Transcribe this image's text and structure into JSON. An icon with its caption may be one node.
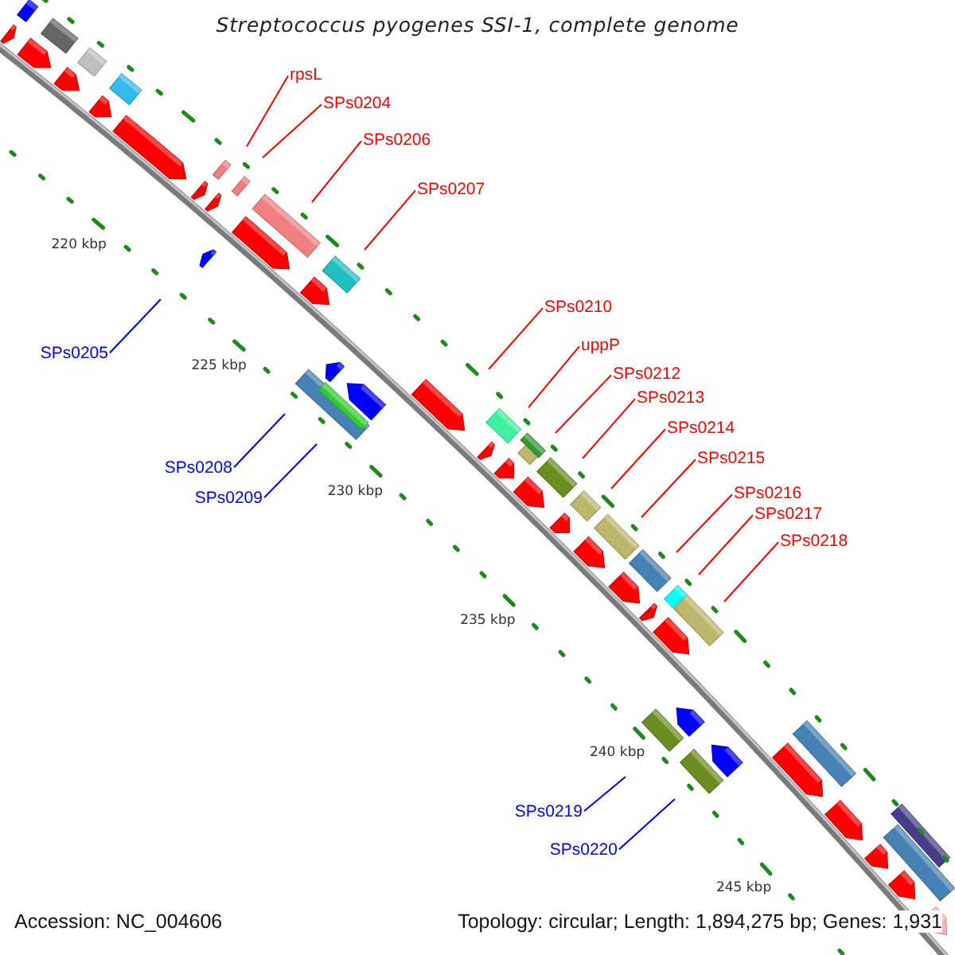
{
  "diagram": {
    "title": "Streptococcus pyogenes SSI-1, complete genome",
    "nodes": [
      {
        "text": [
          "rpsL"
        ]
      },
      {
        "text": [
          "SPs0204"
        ]
      },
      {
        "text": [
          "SPs0206"
        ]
      },
      {
        "text": [
          "SPs0207"
        ]
      },
      {
        "text": [
          "SPs0210"
        ]
      },
      {
        "text": [
          "uppP"
        ]
      },
      {
        "text": [
          "SPs0205"
        ]
      },
      {
        "text": [
          "SPs0212"
        ]
      },
      {
        "text": [
          "SPs0213"
        ]
      },
      {
        "text": [
          "SPs0214"
        ]
      },
      {
        "text": [
          "SPs0215"
        ]
      },
      {
        "text": [
          "SPs0208"
        ]
      },
      {
        "text": [
          "SPs0216"
        ]
      },
      {
        "text": [
          "SPs0209"
        ]
      },
      {
        "text": [
          "SPs0217"
        ]
      },
      {
        "text": [
          "SPs0218"
        ]
      },
      {
        "text": [
          "SPs0219"
        ]
      },
      {
        "text": [
          "SPs0220"
        ]
      }
    ],
    "edges": [
      {
        "from": 0,
        "to": null,
        "arrow": "none"
      },
      {
        "from": 1,
        "to": null,
        "arrow": "none"
      },
      {
        "from": 2,
        "to": null,
        "arrow": "none"
      },
      {
        "from": 3,
        "to": null,
        "arrow": "none"
      },
      {
        "from": 4,
        "to": null,
        "arrow": "none"
      },
      {
        "from": 5,
        "to": null,
        "arrow": "none"
      },
      {
        "from": 6,
        "to": null,
        "arrow": "none",
        "color": "#0000ff"
      },
      {
        "from": 7,
        "to": null,
        "arrow": "none"
      },
      {
        "from": 8,
        "to": null,
        "arrow": "none"
      },
      {
        "from": 9,
        "to": null,
        "arrow": "none"
      },
      {
        "from": 10,
        "to": null,
        "arrow": "none"
      },
      {
        "from": 11,
        "to": null,
        "arrow": "none",
        "color": "#0000ff"
      },
      {
        "from": 12,
        "to": null,
        "arrow": "none"
      },
      {
        "from": 13,
        "to": null,
        "arrow": "none",
        "color": "#0000ff"
      },
      {
        "from": 14,
        "to": null,
        "arrow": "none"
      },
      {
        "from": 15,
        "to": null,
        "arrow": "none"
      },
      {
        "from": 16,
        "to": null,
        "arrow": "none",
        "color": "#0000ff"
      },
      {
        "from": 17,
        "to": null,
        "arrow": "none",
        "color": "#0000ff"
      }
    ],
    "labels": [
      "220 kbp",
      "225 kbp",
      "230 kbp",
      "235 kbp",
      "240 kbp",
      "245 kbp",
      "Accession: NC_004606",
      "Topology: circular; Length: 1,894,275 bp; Genes: 1,931"
    ]
  }
}
